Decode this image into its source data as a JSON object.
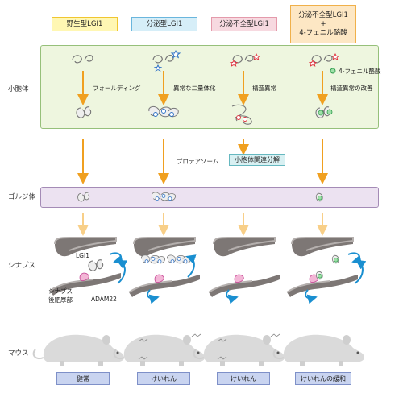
{
  "headers": [
    {
      "text": "野生型LGI1",
      "bg": "#fff7b3",
      "border": "#f0c630"
    },
    {
      "text": "分泌型LGI1",
      "bg": "#d6eef8",
      "border": "#6ab6dd"
    },
    {
      "text": "分泌不全型LGI1",
      "bg": "#f7d9e0",
      "border": "#e49aab"
    },
    {
      "text_lines": [
        "分泌不全型LGI1",
        "+",
        "4-フェニル酪酸"
      ],
      "bg": "#fde7c4",
      "border": "#f0b04a"
    }
  ],
  "rows": {
    "cell": "小胞体",
    "golgi": "ゴルジ体",
    "synapse": "シナプス",
    "mouse": "マウス"
  },
  "er_labels": {
    "folding": "フォールディング",
    "abnormal_dimer": "異常な二量体化",
    "structural_abnormality": "構造異常",
    "structural_improvement": "構造異常の改善",
    "pba_legend": "4-フェニル酪酸"
  },
  "proteasome": {
    "label": "プロテアソーム",
    "box": "小胞体関連分解"
  },
  "synapse_labels": {
    "lgi1": "LGI1",
    "psd_line1": "シナプス",
    "psd_line2": "後肥厚部",
    "adam22": "ADAM22"
  },
  "outcomes": [
    "健常",
    "けいれん",
    "けいれん",
    "けいれんの緩和"
  ],
  "colors": {
    "er_panel": "#eef6df",
    "er_border": "#96c07a",
    "golgi_panel": "#ece2f1",
    "golgi_border": "#a48bb6",
    "arrow_orange": "#f0a020",
    "arrow_light": "#f8cf88",
    "outcome_bg": "#c9d4f0",
    "outcome_border": "#7e90c8",
    "proteasome_bg": "#d8f0f2",
    "proteasome_border": "#66b8c0"
  }
}
